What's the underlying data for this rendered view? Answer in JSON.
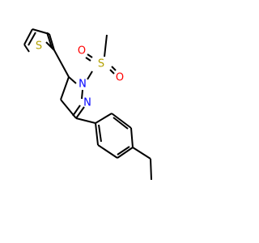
{
  "molecule": {
    "atoms": {
      "thiophene_s": {
        "symbol": "S",
        "color": "#b3a100"
      },
      "sulfonyl_s": {
        "symbol": "S",
        "color": "#b3a100"
      },
      "oxygen_top": {
        "symbol": "O",
        "color": "#ff0000"
      },
      "oxygen_bottom": {
        "symbol": "O",
        "color": "#ff0000"
      },
      "pyrazoline_n1": {
        "symbol": "N",
        "color": "#0000ff"
      },
      "pyrazoline_n2": {
        "symbol": "N",
        "color": "#0000ff"
      }
    },
    "bond_color": "#000000"
  }
}
